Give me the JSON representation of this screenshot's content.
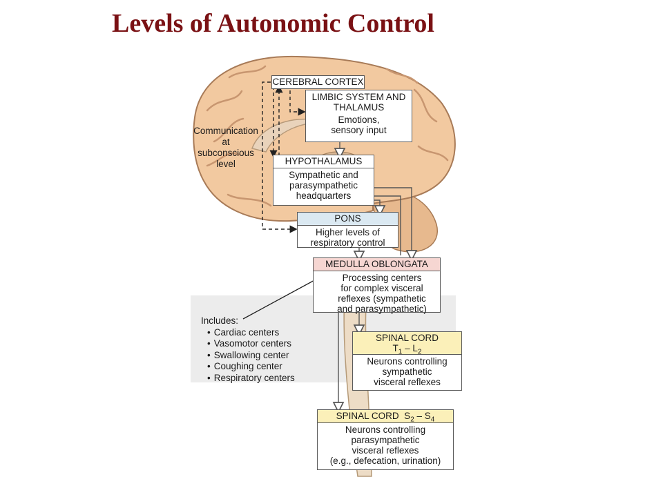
{
  "title": "Levels of Autonomic Control",
  "colors": {
    "title": "#7a1114",
    "brain": "#f2c9a0",
    "pons_header": "#dbe9f2",
    "medulla_header": "#f6d6d2",
    "spinal_header": "#fbf0b9"
  },
  "boxes": {
    "cerebral_cortex": {
      "header": "CEREBRAL CORTEX"
    },
    "limbic": {
      "header": "LIMBIC SYSTEM AND\nTHALAMUS",
      "body": "Emotions,\nsensory input"
    },
    "hypothalamus": {
      "header": "HYPOTHALAMUS",
      "body": "Sympathetic and\nparasympathetic\nheadquarters"
    },
    "pons": {
      "header": "PONS",
      "body": "Higher levels of\nrespiratory control"
    },
    "medulla": {
      "header": "MEDULLA OBLONGATA",
      "body": "Processing centers\nfor complex visceral\nreflexes (sympathetic\nand parasympathetic)"
    },
    "spinal_thoracolumbar": {
      "header_line1": "SPINAL CORD",
      "header_line2_prefix": "T",
      "header_sub1": "1",
      "header_mid": " – L",
      "header_sub2": "2",
      "body": "Neurons controlling\nsympathetic\nvisceral reflexes"
    },
    "spinal_sacral": {
      "header_prefix": "SPINAL CORD  S",
      "header_sub1": "2",
      "header_mid": " – S",
      "header_sub2": "4",
      "body": "Neurons controlling\nparasympathetic\nvisceral reflexes\n(e.g., defecation, urination)"
    }
  },
  "communication_label": "Communication\nat\nsubconscious\nlevel",
  "includes": {
    "heading": "Includes:",
    "items": [
      "Cardiac centers",
      "Vasomotor centers",
      "Swallowing center",
      "Coughing center",
      "Respiratory centers"
    ]
  }
}
